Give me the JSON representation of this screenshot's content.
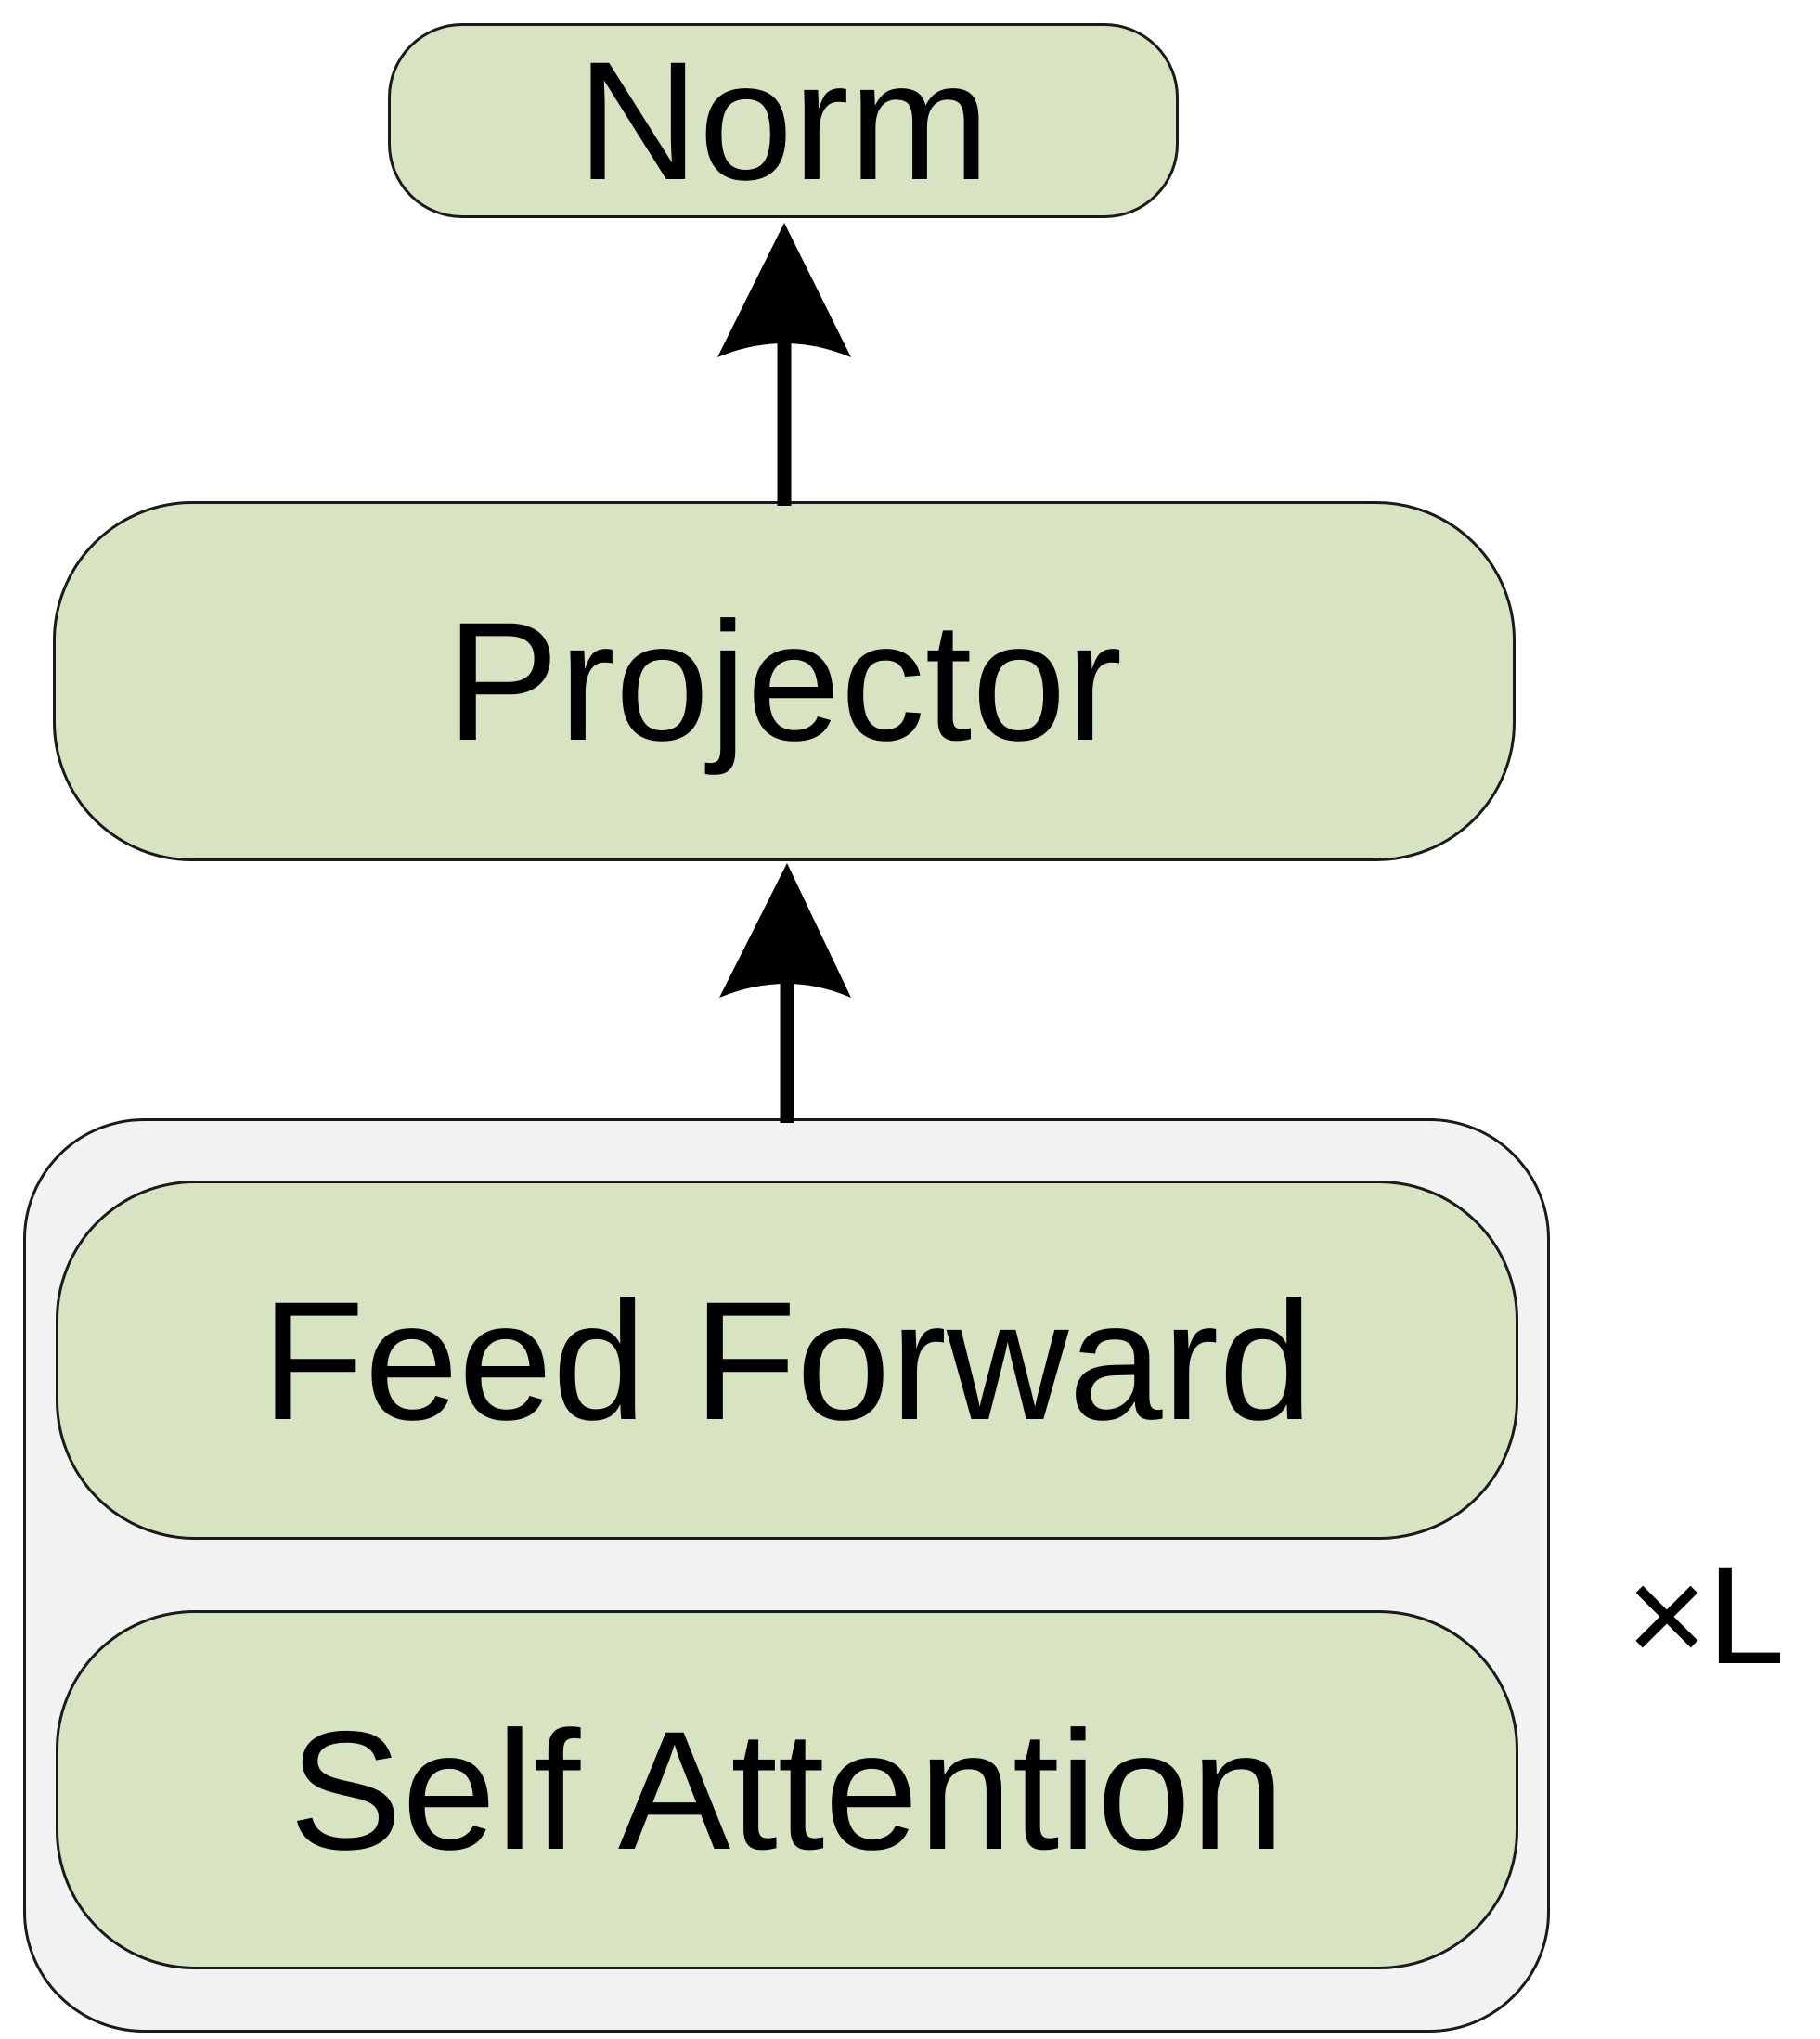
{
  "diagram": {
    "boxes": {
      "norm": "Norm",
      "projector": "Projector",
      "feed_forward": "Feed Forward",
      "self_attention": "Self Attention"
    },
    "repeat_label": "×L",
    "colors": {
      "block_fill": "#d8e3c1",
      "group_fill": "#f2f2f2",
      "stroke": "#1a1a1a",
      "text": "#000000"
    }
  }
}
